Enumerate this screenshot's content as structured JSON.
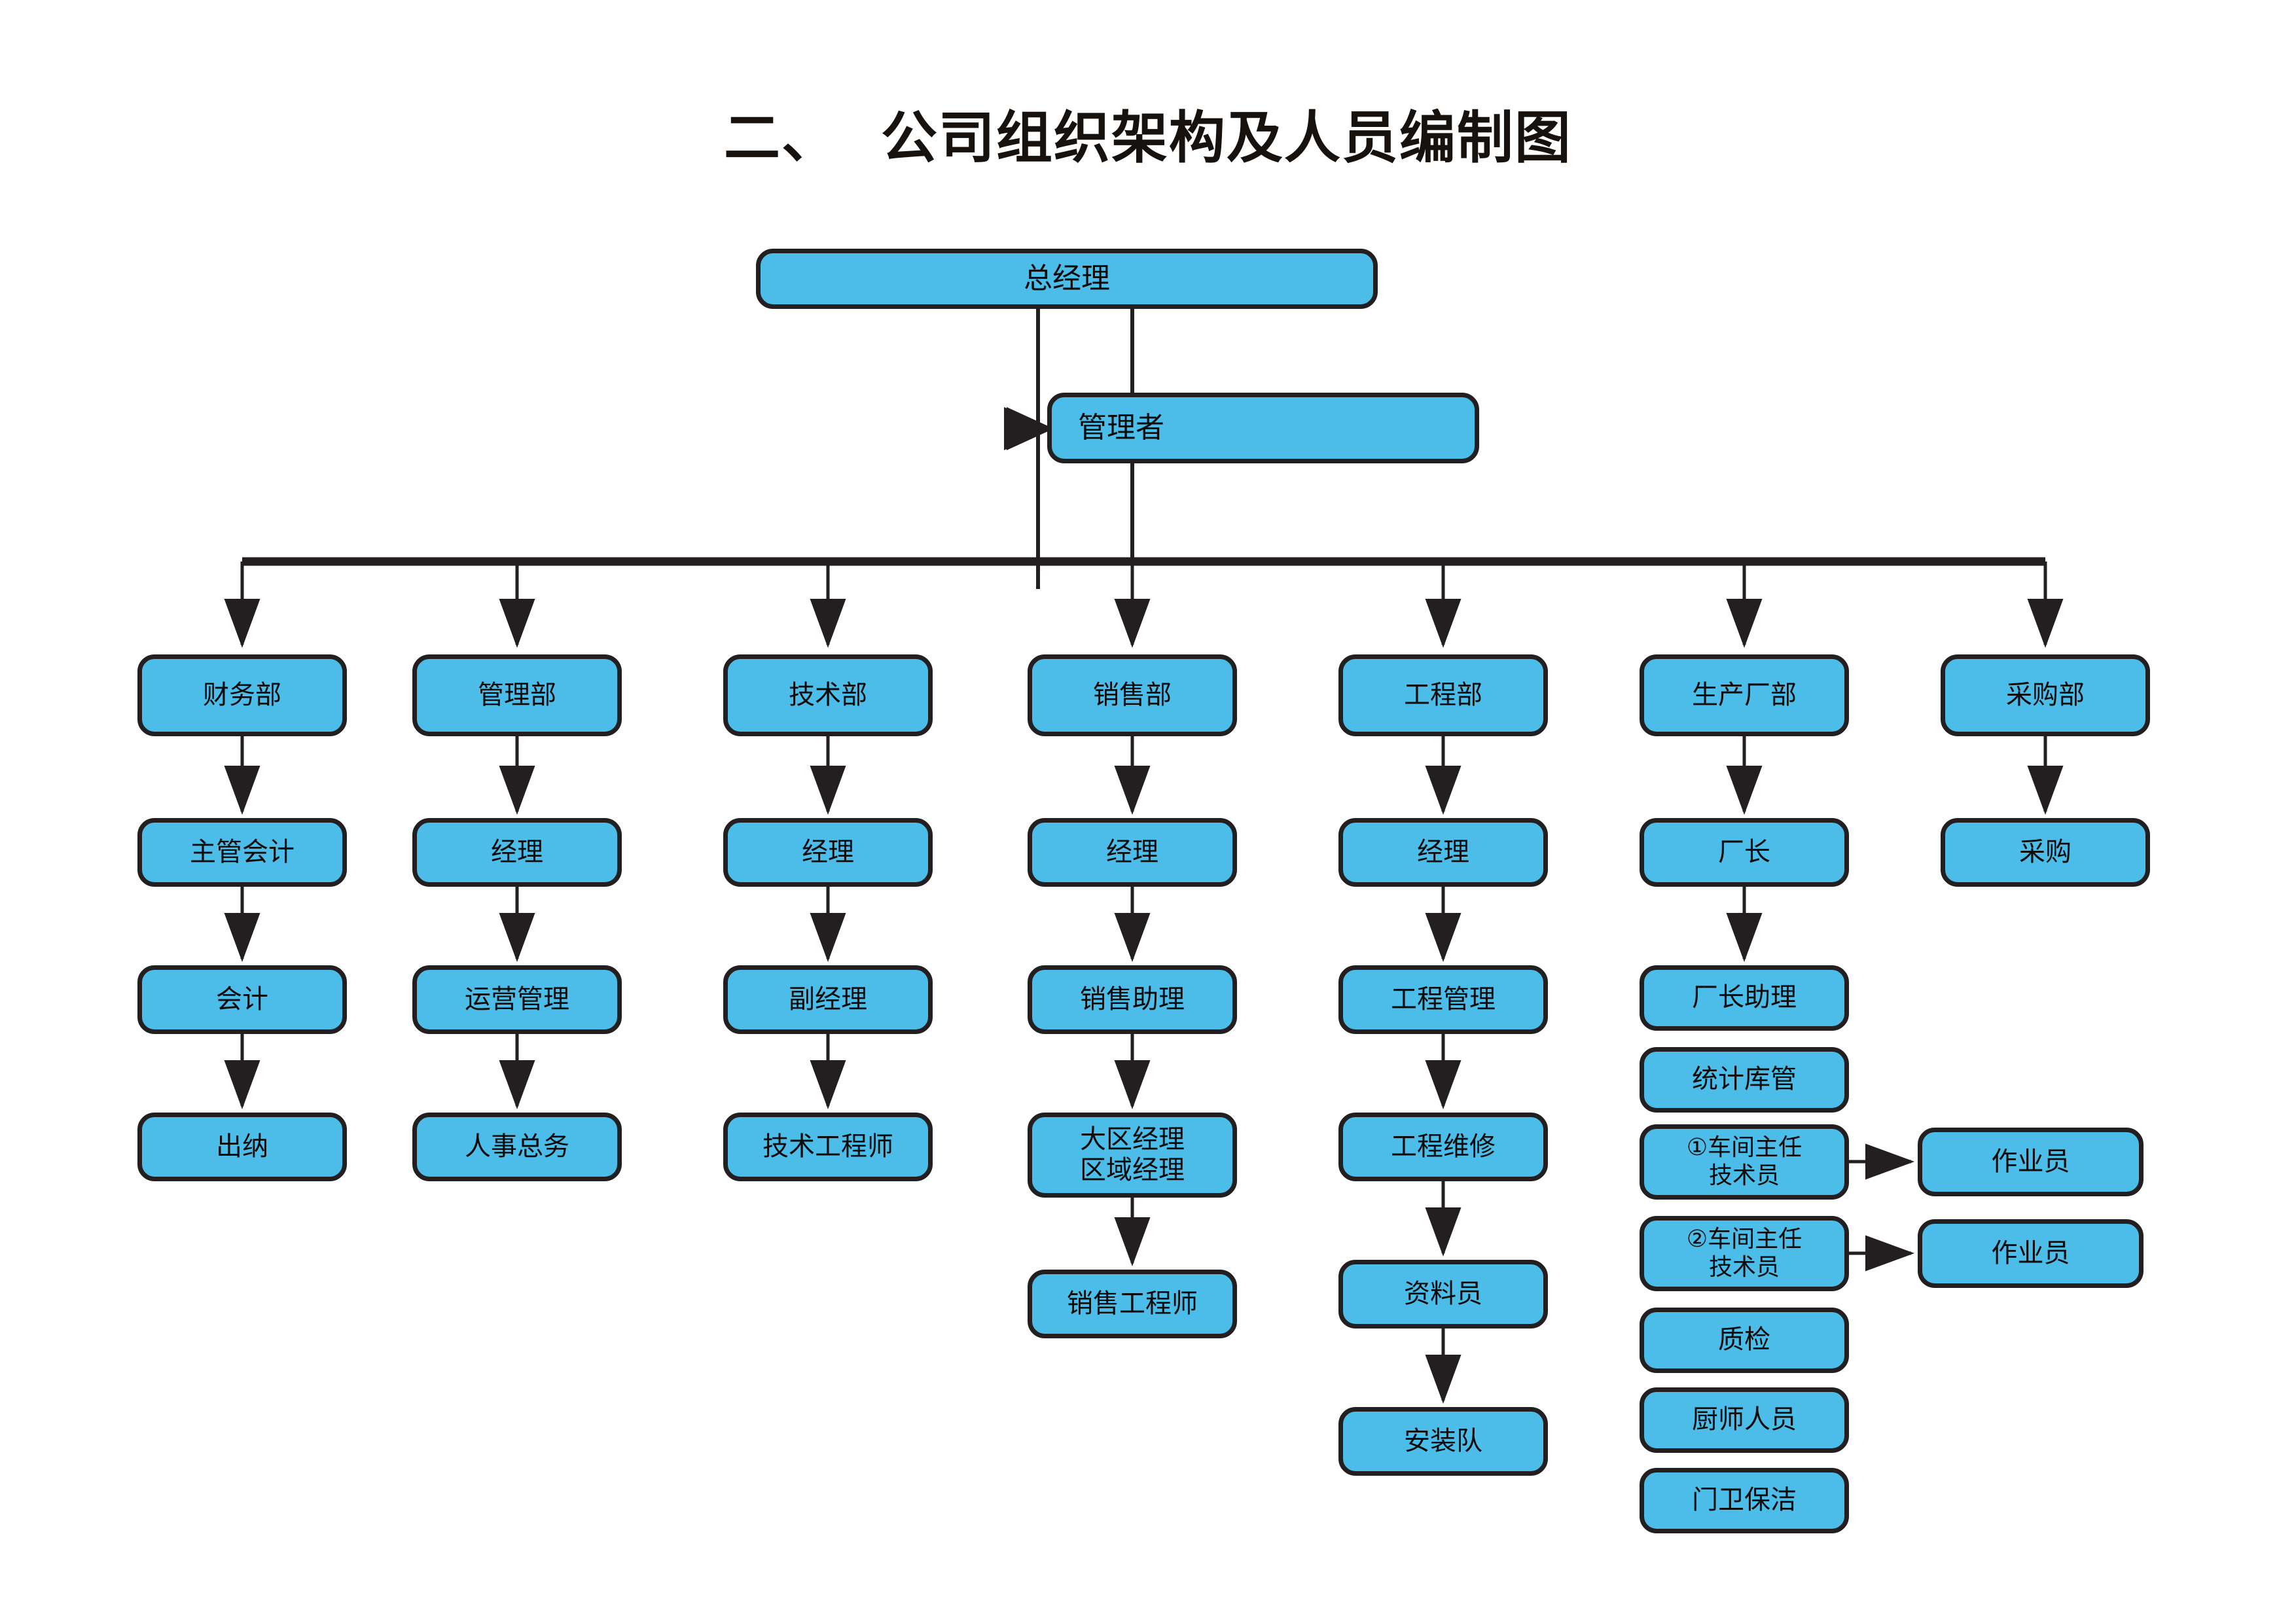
{
  "page": {
    "title": "二、  公司组织架构及人员编制图",
    "accent_color": "#4cbde8",
    "border_color": "#231f20",
    "background_color": "#ffffff"
  },
  "chart_data": {
    "type": "diagram",
    "subtype": "organization-chart",
    "title": "二、  公司组织架构及人员编制图",
    "root": "总经理",
    "staff_node": "管理者",
    "columns": [
      {
        "department": "财务部",
        "chain": [
          "主管会计",
          "会计",
          "出纳"
        ]
      },
      {
        "department": "管理部",
        "chain": [
          "经理",
          "运营管理",
          "人事总务"
        ]
      },
      {
        "department": "技术部",
        "chain": [
          "经理",
          "副经理",
          "技术工程师"
        ]
      },
      {
        "department": "销售部",
        "chain": [
          "经理",
          "销售助理",
          "大区经理\n区域经理",
          "销售工程师"
        ]
      },
      {
        "department": "工程部",
        "chain": [
          "经理",
          "工程管理",
          "工程维修",
          "资料员",
          "安装队"
        ]
      },
      {
        "department": "生产厂部",
        "chain": [
          "厂长",
          "厂长助理",
          "统计库管",
          "①车间主任\n技术员",
          "②车间主任\n技术员",
          "质检",
          "厨师人员",
          "门卫保洁"
        ]
      },
      {
        "department": "采购部",
        "chain": [
          "采购"
        ]
      }
    ],
    "side_nodes": [
      {
        "label": "作业员",
        "from": "①车间主任\n技术员"
      },
      {
        "label": "作业员",
        "from": "②车间主任\n技术员"
      }
    ]
  },
  "nodes": {
    "general_manager": "总经理",
    "manager": "管理者",
    "dept_finance": "财务部",
    "dept_management": "管理部",
    "dept_technical": "技术部",
    "dept_sales": "销售部",
    "dept_engineering": "工程部",
    "dept_production": "生产厂部",
    "dept_purchasing": "采购部",
    "fin_1": "主管会计",
    "fin_2": "会计",
    "fin_3": "出纳",
    "mgm_1": "经理",
    "mgm_2": "运营管理",
    "mgm_3": "人事总务",
    "tec_1": "经理",
    "tec_2": "副经理",
    "tec_3": "技术工程师",
    "sal_1": "经理",
    "sal_2": "销售助理",
    "sal_3": "大区经理\n区域经理",
    "sal_4": "销售工程师",
    "eng_1": "经理",
    "eng_2": "工程管理",
    "eng_3": "工程维修",
    "eng_4": "资料员",
    "eng_5": "安装队",
    "pro_1": "厂长",
    "pro_2": "厂长助理",
    "pro_3": "统计库管",
    "pro_4": "①车间主任\n技术员",
    "pro_5": "②车间主任\n技术员",
    "pro_6": "质检",
    "pro_7": "厨师人员",
    "pro_8": "门卫保洁",
    "pur_1": "采购",
    "worker_1": "作业员",
    "worker_2": "作业员"
  }
}
